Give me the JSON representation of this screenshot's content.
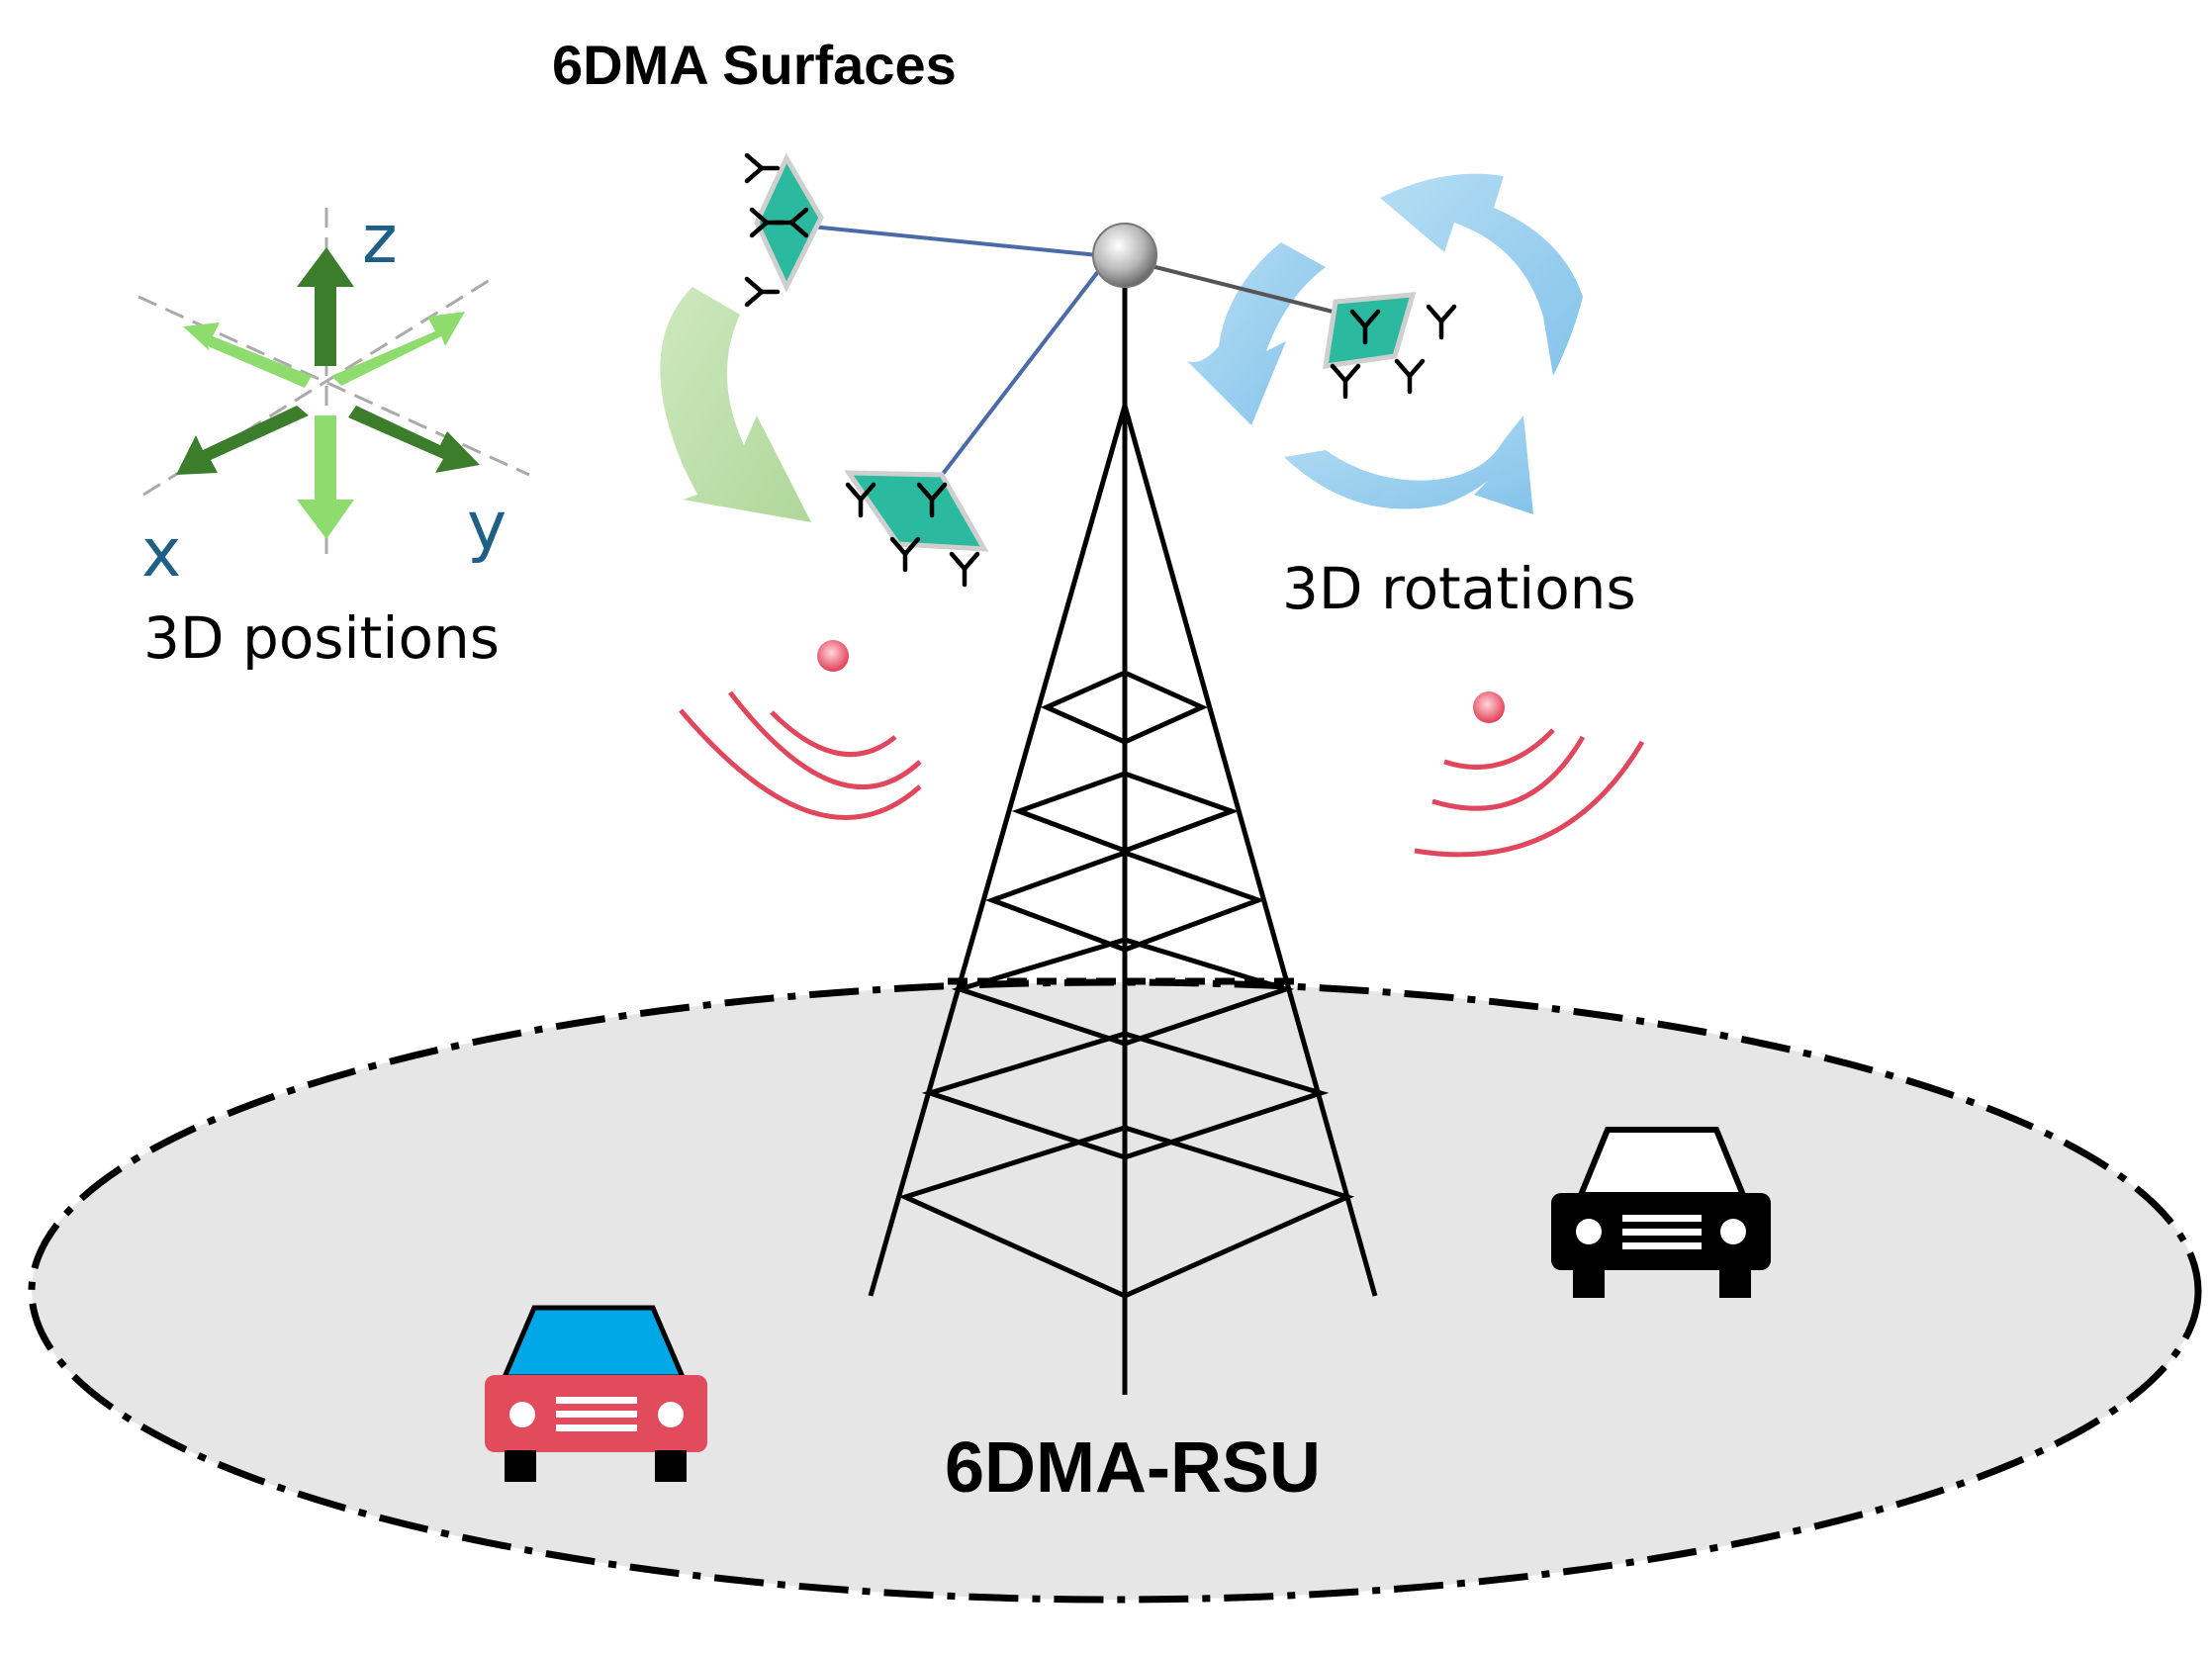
{
  "labels": {
    "surfaces_title": "6DMA Surfaces",
    "positions": "3D positions",
    "rotations": "3D rotations",
    "rsu": "6DMA-RSU"
  },
  "axes": {
    "x": "x",
    "y": "y",
    "z": "z"
  },
  "icons": {
    "antenna": "antenna-element-icon",
    "car": "car-icon",
    "signal": "signal-wave-icon",
    "hub": "hub-sphere-icon"
  },
  "colors": {
    "surface_fill": "#2bb9a0",
    "axis_dark_green": "#3b7d2a",
    "axis_light_green": "#8fdc6e",
    "rotation_blue": "#7cc2ea",
    "signal_red": "#e0475c",
    "red_car": "#e14b5c",
    "red_car_window": "#00a8e8",
    "black_car": "#000000",
    "coverage_fill": "#e6e6e6",
    "link_line": "#4a6aa8",
    "axis_label_blue": "#1f5f86"
  }
}
